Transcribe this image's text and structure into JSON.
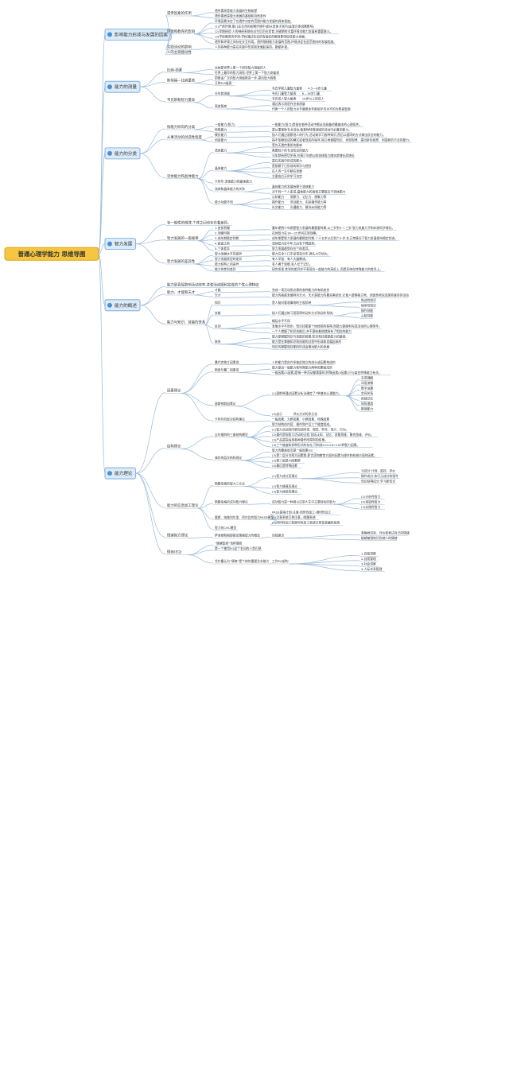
{
  "root": {
    "label": "普通心理学能力 思维导图"
  },
  "branches": [
    {
      "label": "影响能力形成与发展的因素",
      "icon": "gear-icon",
      "children": [
        {
          "label": "遗传因素的作用",
          "children": [
            {
              "label": "遗传素质是能力发展的生物前提"
            },
            {
              "label": "遗传素质是能力发展的基础和自然条件"
            }
          ]
        },
        {
          "label": "环境和教育的影响",
          "children": [
            {
              "label": "环境因素决定了在遗传决定的范围内能力发展的具体程度。"
            },
            {
              "label": "(1)产前环境:胎儿在生命的初期环境中(即从母体子宫内)会受许多因素影响。"
            },
            {
              "label": "(2)早期经验:人的神经系统在出生后仍在发育,关键期的丰富环境对能力发展有重要意义。"
            },
            {
              "label": "(3)学校教育的作用:学校通过有目的有组织的教育影响促进能力发展。"
            },
            {
              "label": "遗传和环境之间存在交互作用。遗传限制能力发展的范围,环境决定在此范围内的发展程度。"
            }
          ]
        },
        {
          "label": "实践活动的影响",
          "children": [
            {
              "label": "人的各种能力是在实践中形成和发展起来的。勤能补拙。"
            }
          ]
        },
        {
          "label": "人的主观能动性"
        }
      ]
    },
    {
      "label": "能力的测量",
      "icon": "ruler-icon",
      "children": [
        {
          "label": "比纳-西蒙",
          "children": [
            {
              "label": "比纳是世界上第一个研究智力测量的人"
            },
            {
              "label": "世界上最早的智力测验:世界上第一个智力测量表"
            }
          ]
        },
        {
          "label": "斯坦福—比纳量表",
          "children": [
            {
              "label": "把推孟广泛的智力测量推进一步,提出智力商数"
            },
            {
              "label": "又称S-B量表"
            }
          ]
        },
        {
          "label": "韦克斯勒智力量表",
          "children": [
            {
              "label": "分年龄测量",
              "children": [
                {
                  "label": "韦氏学前儿童智力量表",
                  "note": "4.5—6岁儿童"
                },
                {
                  "label": "韦氏儿童智力量表",
                  "note": "6—16岁儿童"
                },
                {
                  "label": "韦氏成人智力量表",
                  "note": "16岁以上的成人"
                }
              ]
            },
            {
              "label": "离差智商",
              "children": [
                {
                  "label": "通过表示测验作业来测量"
                },
                {
                  "label": "代表一个人的智力水平偏离本年龄组平均水平的为离差智商"
                }
              ]
            }
          ]
        }
      ]
    },
    {
      "label": "能力的分类",
      "icon": "tree-icon",
      "children": [
        {
          "label": "按能力倾向的分类",
          "children": [
            {
              "label": "一般能力(智力)",
              "children": [
                {
                  "label": "一般能力(智力)是指在各种活动中都必须具备的最基本的心理条件。"
                }
              ]
            },
            {
              "label": "特殊能力",
              "children": [
                {
                  "label": "是从事某种专业活动,使某种特殊领域的活动中必备的能力。"
                }
              ]
            }
          ]
        },
        {
          "label": "从事活动的创造性程度",
          "children": [
            {
              "label": "模仿能力",
              "children": [
                {
                  "label": "指人们通过观察他人的行为,活动来学习各种知识,然后以相同的方式做出反应的能力。"
                }
              ]
            },
            {
              "label": "创造能力",
              "children": [
                {
                  "label": "指不依赖现成的模式或者现成的程序,独立地掌握知识、发现规律、提出新的思想、创造新的方法的能力。"
                }
              ]
            }
          ]
        },
        {
          "label": "流体能力和晶体能力",
          "children": [
            {
              "label": "流体能力",
              "children": [
                {
                  "label": "受先天遗传素质的影响"
                },
                {
                  "label": "需要较少的专业知识的能力"
                },
                {
                  "label": "与年龄有密切关系,在青少年期以前流体智力随年龄增长而增长"
                }
              ]
            },
            {
              "label": "晶体能力",
              "children": [
                {
                  "label": "是在实践中形成的能力"
                },
                {
                  "label": "是依赖于已形成的知识与经验"
                },
                {
                  "label": "在人的一生中都在发展"
                },
                {
                  "label": "主要由后天的学习决定"
                }
              ]
            },
            {
              "label": "卡特尔:流体能力和晶体能力"
            },
            {
              "label": "流体和晶体能力的关系",
              "children": [
                {
                  "label": "晶体能力的发展有赖于流体能力"
                },
                {
                  "label": "对于同一个人来说,晶体能力的高低主要取决于流体能力"
                }
              ]
            },
            {
              "label": "能力功能不同",
              "children": [
                {
                  "label": "认知能力",
                  "note": "观察力、记忆力、想象力等"
                },
                {
                  "label": "操作能力",
                  "note": "劳动能力、实验操作能力等"
                },
                {
                  "label": "社交能力",
                  "note": "沟通能力、解决纠纷能力等"
                }
              ]
            }
          ]
        }
      ]
    },
    {
      "label": "智力发展",
      "icon": "chart-icon",
      "children": [
        {
          "label": "有一般性的规律,个体之间也存在着差异。"
        },
        {
          "label": "智力发展的一般规律",
          "children": [
            {
              "label": "1.由快到慢",
              "children": [
                {
                  "label": "童年期到少年期是智力发展的最重要时期,从三岁到十二三岁,智力发展几乎和年龄同步增长。"
                }
              ]
            },
            {
              "label": "2.顶峰时期",
              "children": [
                {
                  "label": "在体智力在18—25岁间达到顶峰。"
                }
              ]
            },
            {
              "label": "3.成年期稳定时期",
              "children": [
                {
                  "label": "成年期是智力发展的最稳定时期,二十五岁以后到六十岁,在正常情况下智力发展保持稳定状态。"
                }
              ]
            },
            {
              "label": "4.衰退之前",
              "children": [
                {
                  "label": "流体智力在中年之后有下降趋势。"
                }
              ]
            },
            {
              "label": "5.个体差异",
              "children": [
                {
                  "label": "智力发展趋势存在个体差异。"
                }
              ]
            }
          ]
        },
        {
          "label": "智力发展的差异性",
          "children": [
            {
              "label": "智力发展水平的差异",
              "children": [
                {
                  "label": "能力在全人口中呈常态分布,两头小中间大。"
                }
              ]
            },
            {
              "label": "智力发展类型的差异",
              "children": [
                {
                  "label": "有人早慧、有人大器晚成。"
                }
              ]
            },
            {
              "label": "能力结构上的差异",
              "children": [
                {
                  "label": "有人善于思维,有人长于记忆。"
                }
              ]
            },
            {
              "label": "能力的性别差异",
              "children": [
                {
                  "label": "研究发现,性别的差异并不表现在一般能力的高低上,而是反映在特殊能力的差异上。"
                }
              ]
            }
          ]
        }
      ]
    },
    {
      "label": "能力的概述",
      "icon": "book-icon",
      "children": [
        {
          "label": "能力是直接影响活动效率,并使活动顺利完成的个性心理特征"
        },
        {
          "label": "能力、才能和天才",
          "children": [
            {
              "label": "才能",
              "children": [
                {
                  "label": "完成一项活动所必需的各种能力的有机结合"
                }
              ]
            },
            {
              "label": "天才",
              "children": [
                {
                  "label": "能力的高度发展称为天才。天才是能力的最完美结合,它使人能够独立地、创造性地完成某些复杂的活动"
                }
              ]
            }
          ]
        },
        {
          "label": "能力与知识、技能的关系",
          "children": [
            {
              "label": "知识",
              "children": [
                {
                  "label": "是人脑对客观事物的主观反映",
                  "children": [
                    {
                      "label": "陈述性知识"
                    },
                    {
                      "label": "程序性知识"
                    }
                  ]
                }
              ]
            },
            {
              "label": "技能",
              "children": [
                {
                  "label": "指人们通过练习而获得的动作方式和动作系统。",
                  "children": [
                    {
                      "label": "操作技能"
                    },
                    {
                      "label": "心智技能"
                    }
                  ]
                }
              ]
            },
            {
              "label": "区别",
              "children": [
                {
                  "label": "概括水平不同"
                },
                {
                  "label": "发展水平不同步。知识技能是个体经验的获得,而能力是顺利完成活动的心理条件。"
                },
                {
                  "label": "一个人掌握了知识技能后,并不意味着他就具有了相应的能力"
                }
              ]
            },
            {
              "label": "联系",
              "children": [
                {
                  "label": "能力是掌握知识与技能的前提;知识和技能是能力的基础"
                },
                {
                  "label": "能力是在掌握知识和技能的过程中形成和发展起来的"
                },
                {
                  "label": "知识的掌握和技能的形成会推动能力的发展"
                }
              ]
            }
          ]
        }
      ]
    },
    {
      "label": "能力理论",
      "icon": "bulb-icon",
      "children": [
        {
          "label": "因素理论",
          "children": [
            {
              "label": "桑代克独立因素说",
              "children": [
                {
                  "label": "人的能力是由许多彼此独立的成分或因素构成的"
                }
              ]
            },
            {
              "label": "斯皮尔曼二因素说",
              "children": [
                {
                  "label": "能力是由一般能力和特殊能力两种因素组成的"
                },
                {
                  "label": "一般因素(G因素)是每一种活动都需要的;特殊因素(S因素)只与某些特殊能力有关。"
                }
              ]
            },
            {
              "label": "瑟斯顿群因素论",
              "children": [
                {
                  "label": "(1)瑟斯顿通过因素分析法确定了7种基本心理能力。",
                  "children": [
                    {
                      "label": "言语理解"
                    },
                    {
                      "label": "词语流畅"
                    },
                    {
                      "label": "数字运算"
                    },
                    {
                      "label": "空间关系"
                    },
                    {
                      "label": "机械记忆"
                    },
                    {
                      "label": "知觉速度"
                    },
                    {
                      "label": "推理能力"
                    }
                  ]
                },
                {
                  "label": "(3)启示",
                  "note": "评价方式的多元化"
                }
              ]
            },
            {
              "label": "卡特尔的层次结构理论",
              "children": [
                {
                  "label": "一般因素、大群因素、小群因素、特殊因素"
                }
              ]
            }
          ]
        },
        {
          "label": "结构理论",
          "children": [
            {
              "label": "吉尔福特的三维结构模型",
              "children": [
                {
                  "label": "智力结构由内容、操作和产品三个维度组成。"
                },
                {
                  "label": "(1)智力活动的内容包括听觉、视觉、符号、语义、行为。"
                },
                {
                  "label": "(2)操作是指智力活动的过程,包括认知、记忆、发散思维、聚合思维、评价。"
                },
                {
                  "label": "(3)产品是指运用各种操作所得到的结果。"
                },
                {
                  "label": "(4)三个维度和多种形式的存在,可构成5×5×6=150种智力因素。"
                }
              ]
            },
            {
              "label": "弗农的层次结构理论",
              "children": [
                {
                  "label": "智力的最高层次是一般因素(G)"
                },
                {
                  "label": "(2)第二层分为两大因素群,即言语和教育方面的因素与操作和机械方面的因素。"
                },
                {
                  "label": "(3)第三层是小因素群"
                },
                {
                  "label": "(4)最后是特殊因素"
                }
              ]
            }
          ]
        },
        {
          "label": "能力的信息加工理论",
          "children": [
            {
              "label": "斯滕伯格的智力三元论",
              "children": [
                {
                  "label": "(1)智力成分亚理论",
                  "children": [
                    {
                      "label": "元成分:计划、监控、评价"
                    },
                    {
                      "label": "操作成分:执行元成分的指令"
                    },
                    {
                      "label": "知识获得成分:学习新知识"
                    }
                  ]
                },
                {
                  "label": "(2)智力情境亚理论"
                },
                {
                  "label": "(3)智力经验亚理论"
                }
              ]
            },
            {
              "label": "斯滕伯格的成功智力理论",
              "children": [
                {
                  "label": "成功智力是一种用以达到人生中主要目标的智力",
                  "children": [
                    {
                      "label": "(1)分析性智力"
                    },
                    {
                      "label": "(2)创造性智力"
                    },
                    {
                      "label": "(3)实践性智力"
                    }
                  ]
                }
              ]
            },
            {
              "label": "戴斯、纳格利尔里、柯尔比的智力PASS模型",
              "children": [
                {
                  "label": "PASS是指计划-注意-同时性加工-继时性加工"
                },
                {
                  "label": "(2)注意系统又称注意—唤醒系统"
                },
                {
                  "label": "(3)同时性加工和继时性加工系统又称信息编码系统"
                }
              ]
            },
            {
              "label": "智力的CHC模型"
            }
          ]
        },
        {
          "label": "情绪智力理论",
          "children": [
            {
              "label": "萨洛维和梅耶提出情绪智力的概念",
              "children": [
                {
                  "label": "自我意识",
                  "children": [
                    {
                      "label": "准确地识别、评价和表达自己的情绪"
                    },
                    {
                      "label": "能够敏锐地识别他人的情绪"
                    }
                  ]
                }
              ]
            }
          ]
        },
        {
          "label": "情商(EQ)",
          "children": [
            {
              "label": "“情绪智商”也称情商"
            },
            {
              "label": "第一个使用EQ这个名词的人是巴昂"
            },
            {
              "label": "戈尔曼认为“情商”是个体的重要生存能力",
              "children": [
                {
                  "label": "工作EQ架构",
                  "children": [
                    {
                      "label": "1.自我觉察"
                    },
                    {
                      "label": "2.自我管理"
                    },
                    {
                      "label": "3.社会觉察"
                    },
                    {
                      "label": "4.人际关系管理"
                    }
                  ]
                }
              ]
            }
          ]
        }
      ]
    }
  ]
}
